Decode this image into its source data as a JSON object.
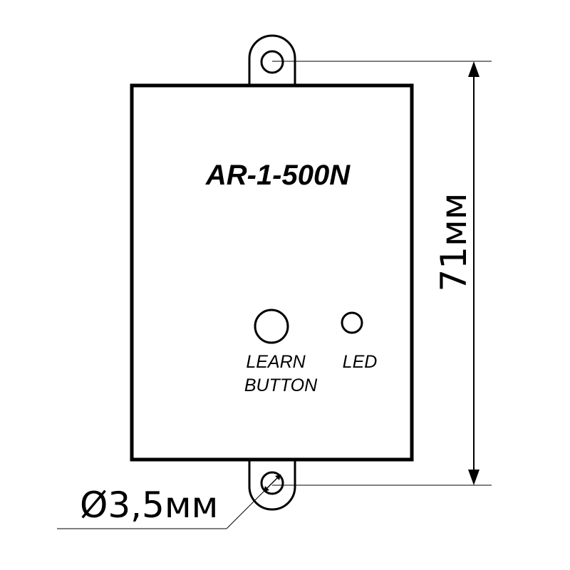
{
  "device": {
    "model": "AR-1-500N"
  },
  "controls": {
    "learn_button_line1": "LEARN",
    "learn_button_line2": "BUTTON",
    "led_label": "LED"
  },
  "dimensions": {
    "height_label": "71мм",
    "hole_diameter_label": "Ø3,5мм"
  },
  "colors": {
    "stroke": "#000000",
    "background": "#ffffff"
  }
}
